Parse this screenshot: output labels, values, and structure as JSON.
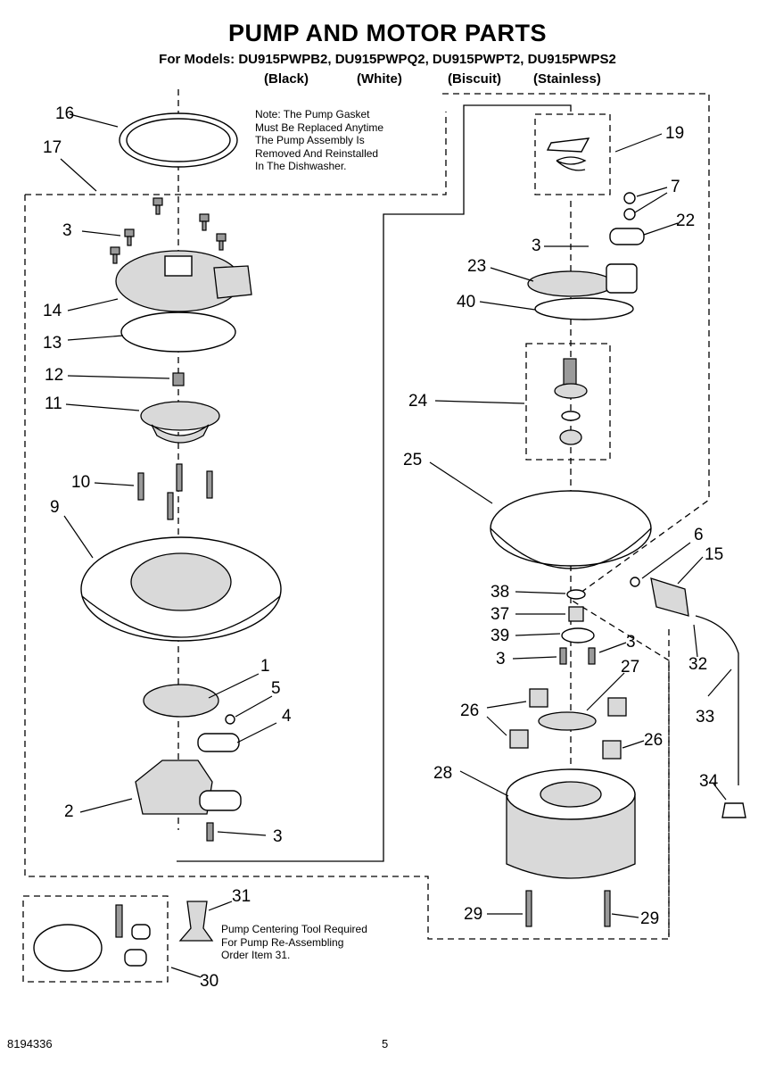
{
  "title": "PUMP AND MOTOR PARTS",
  "subtitle": "For Models: DU915PWPB2, DU915PWPQ2, DU915PWPT2, DU915PWPS2",
  "colors": [
    "(Black)",
    "(White)",
    "(Biscuit)",
    "(Stainless)"
  ],
  "notes": {
    "gasket": [
      "Note: The Pump Gasket",
      "Must Be Replaced Anytime",
      "The Pump Assembly Is",
      "Removed And Reinstalled",
      "In The Dishwasher."
    ],
    "tool": [
      "Pump Centering Tool Required",
      "For Pump Re-Assembling",
      "Order Item 31."
    ]
  },
  "footer": {
    "doc_number": "8194336",
    "page_number": "5"
  },
  "callouts": {
    "c16": "16",
    "c17": "17",
    "c3a": "3",
    "c14": "14",
    "c13": "13",
    "c12": "12",
    "c11": "11",
    "c10": "10",
    "c9": "9",
    "c1": "1",
    "c5": "5",
    "c4": "4",
    "c2": "2",
    "c3b": "3",
    "c31": "31",
    "c30": "30",
    "c19": "19",
    "c7": "7",
    "c22": "22",
    "c3c": "3",
    "c23": "23",
    "c40": "40",
    "c24": "24",
    "c25": "25",
    "c6": "6",
    "c15": "15",
    "c38": "38",
    "c37": "37",
    "c39": "39",
    "c3d": "3",
    "c3e": "3",
    "c27": "27",
    "c32": "32",
    "c26a": "26",
    "c26b": "26",
    "c33": "33",
    "c28": "28",
    "c34": "34",
    "c29a": "29",
    "c29b": "29"
  },
  "icons": [
    "gasket-ring",
    "screw",
    "pump-housing",
    "impeller",
    "motor"
  ]
}
